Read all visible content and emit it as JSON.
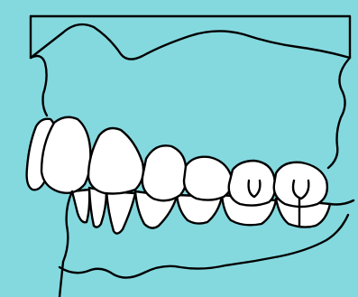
{
  "colors": {
    "background": "#84d9df",
    "tooth_fill": "#ffffff",
    "outline": "#000000"
  },
  "diagram": {
    "view": "lateral",
    "upper_teeth": [
      "central-incisor",
      "lateral-incisor",
      "canine",
      "first-premolar",
      "second-premolar",
      "first-molar",
      "second-molar"
    ],
    "lower_teeth": [
      "incisor",
      "incisor",
      "canine",
      "first-premolar",
      "second-premolar",
      "first-molar",
      "second-molar"
    ]
  }
}
